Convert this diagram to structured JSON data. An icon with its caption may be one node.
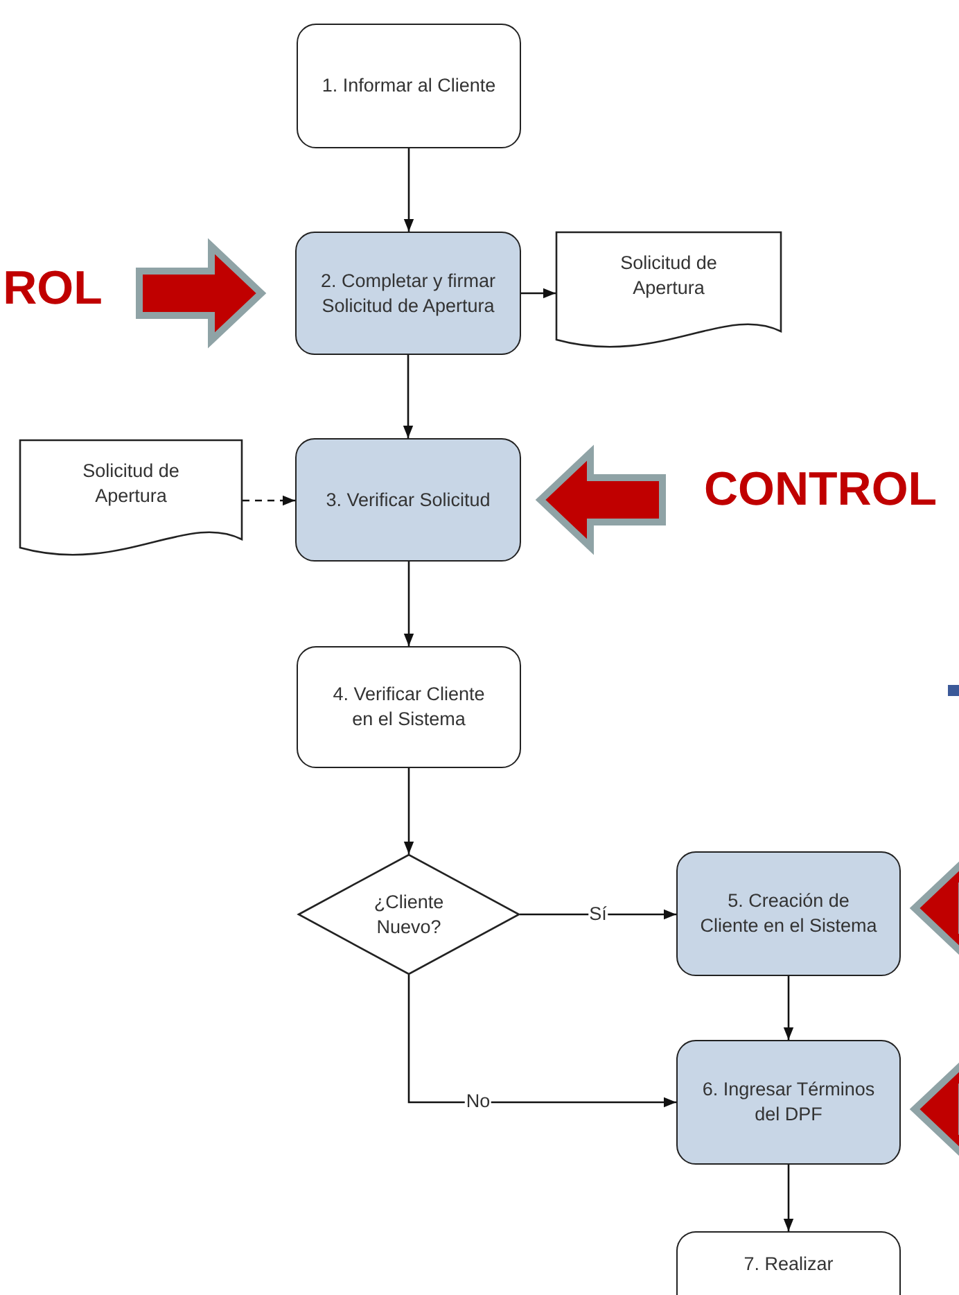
{
  "diagram": {
    "nodes": [
      {
        "text": [
          "1. Informar al Cliente"
        ]
      },
      {
        "text": [
          "2. Completar y firmar Solicitud de Apertura"
        ]
      },
      {
        "text": [
          "Solicitud de Apertura"
        ]
      },
      {
        "text": [
          "Solicitud de Apertura"
        ]
      },
      {
        "text": [
          "3. Verificar Solicitud"
        ]
      },
      {
        "text": [
          "4. Verificar Cliente en el Sistema"
        ]
      },
      {
        "text": [
          "¿Cliente Nuevo?"
        ]
      },
      {
        "text": [
          "5. Creación de Cliente en el Sistema"
        ]
      },
      {
        "text": [
          "6. Ingresar Términos del DPF"
        ]
      },
      {
        "text": [
          "7. Realizar"
        ]
      },
      {
        "text": [
          "ROL"
        ]
      },
      {
        "text": [
          "CONTROL"
        ]
      }
    ],
    "edges": [
      {
        "from": 0,
        "to": 1,
        "arrow": "to"
      },
      {
        "from": 1,
        "to": 2,
        "arrow": "to"
      },
      {
        "from": 1,
        "to": 4,
        "arrow": "to"
      },
      {
        "from": 3,
        "to": 4,
        "arrow": "to",
        "style": "dashed"
      },
      {
        "from": 4,
        "to": 5,
        "arrow": "to"
      },
      {
        "from": 5,
        "to": 6,
        "arrow": "to"
      },
      {
        "from": 6,
        "to": 7,
        "arrow": "to",
        "label": "Sí"
      },
      {
        "from": 6,
        "to": 8,
        "arrow": "to",
        "label": "No"
      },
      {
        "from": 7,
        "to": 8,
        "arrow": "to"
      },
      {
        "from": 8,
        "to": 9,
        "arrow": "to"
      },
      {
        "from": 10,
        "to": 1,
        "arrow": "to",
        "style": "thick",
        "color": "#c00000"
      },
      {
        "from": 11,
        "to": 4,
        "arrow": "to",
        "style": "thick",
        "color": "#c00000"
      },
      {
        "from": null,
        "to": 7,
        "arrow": "to",
        "style": "thick",
        "color": "#c00000"
      },
      {
        "from": null,
        "to": 8,
        "arrow": "to",
        "style": "thick",
        "color": "#c00000"
      }
    ]
  }
}
